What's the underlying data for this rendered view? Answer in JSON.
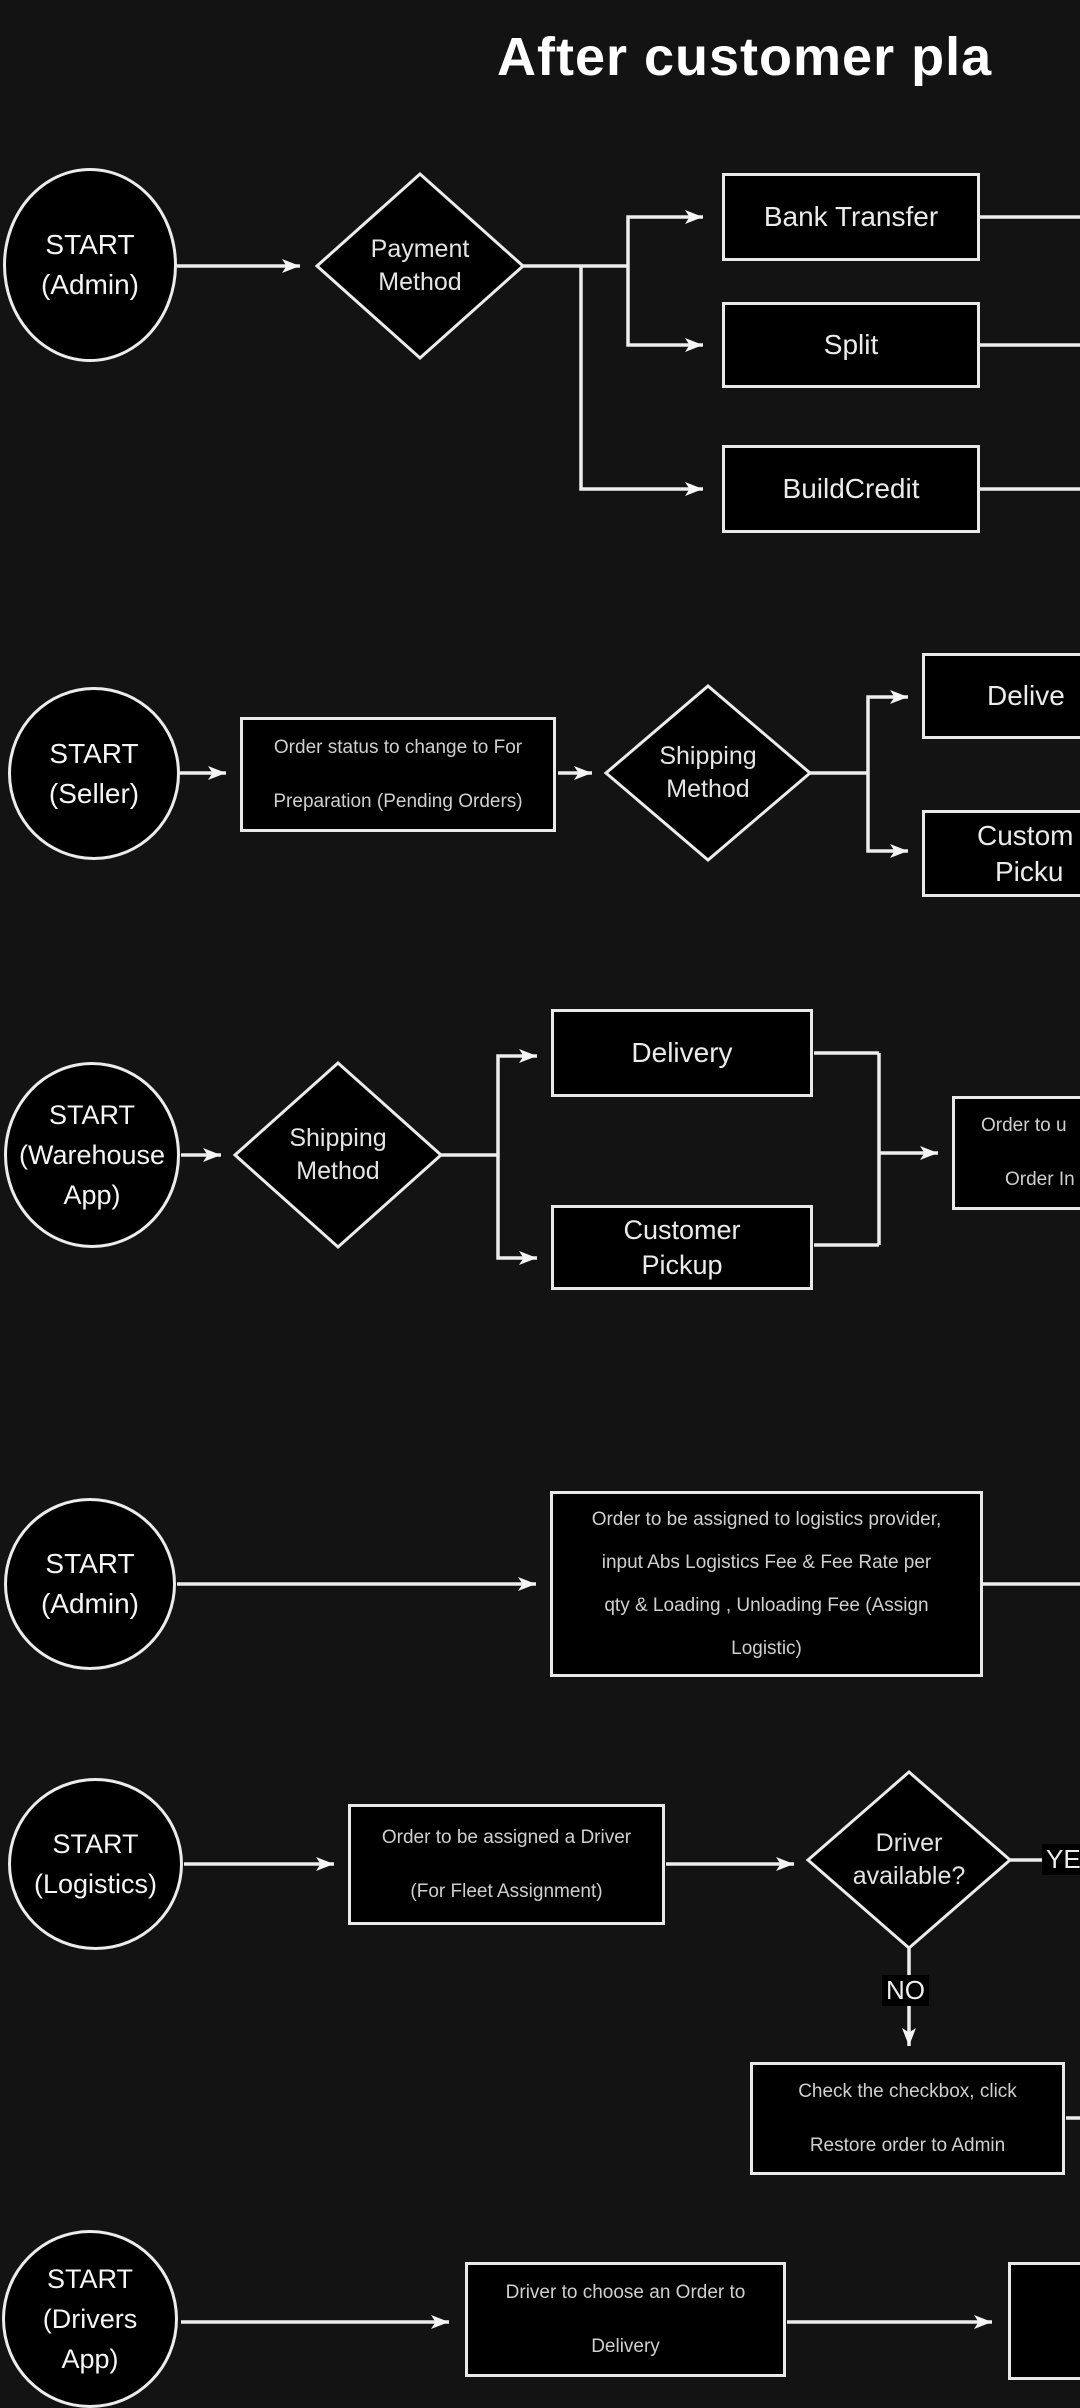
{
  "title": "After customer pla",
  "colors": {
    "background": "#131313",
    "shape_fill": "#000000",
    "line": "#ededed",
    "text_primary": "#f2f2f2",
    "text_secondary": "#cfcfcf"
  },
  "rows": {
    "admin_payment": {
      "start": [
        "START",
        "(Admin)"
      ],
      "decision": [
        "Payment",
        "Method"
      ],
      "bank_transfer": "Bank Transfer",
      "split": "Split",
      "buildcredit": "BuildCredit"
    },
    "seller": {
      "start": [
        "START",
        "(Seller)"
      ],
      "pending": [
        "Order status to change to For",
        "Preparation (Pending Orders)"
      ],
      "decision": [
        "Shipping",
        "Method"
      ],
      "delivery": "Delive",
      "pickup": [
        "Custom",
        "Picku"
      ]
    },
    "warehouse": {
      "start": [
        "START",
        "(Warehouse",
        "App)"
      ],
      "decision": [
        "Shipping",
        "Method"
      ],
      "delivery": "Delivery",
      "pickup": [
        "Customer",
        "Pickup"
      ],
      "update": [
        "Order to u",
        "Order In"
      ]
    },
    "admin_logistics": {
      "start": [
        "START",
        "(Admin)"
      ],
      "assign": [
        "Order to be assigned to logistics provider,",
        "input Abs Logistics Fee & Fee Rate per",
        "qty & Loading , Unloading Fee (Assign",
        "Logistic)"
      ]
    },
    "logistics": {
      "start": [
        "START",
        "(Logistics)"
      ],
      "assign_driver": [
        "Order to be assigned a Driver",
        "(For Fleet Assignment)"
      ],
      "decision": [
        "Driver",
        "available?"
      ],
      "yes": "YE",
      "no": "NO",
      "restore": [
        "Check the checkbox, click",
        "Restore order to Admin"
      ]
    },
    "drivers": {
      "start": [
        "START",
        "(Drivers",
        "App)"
      ],
      "choose": [
        "Driver to choose an Order to",
        "Delivery"
      ]
    }
  }
}
